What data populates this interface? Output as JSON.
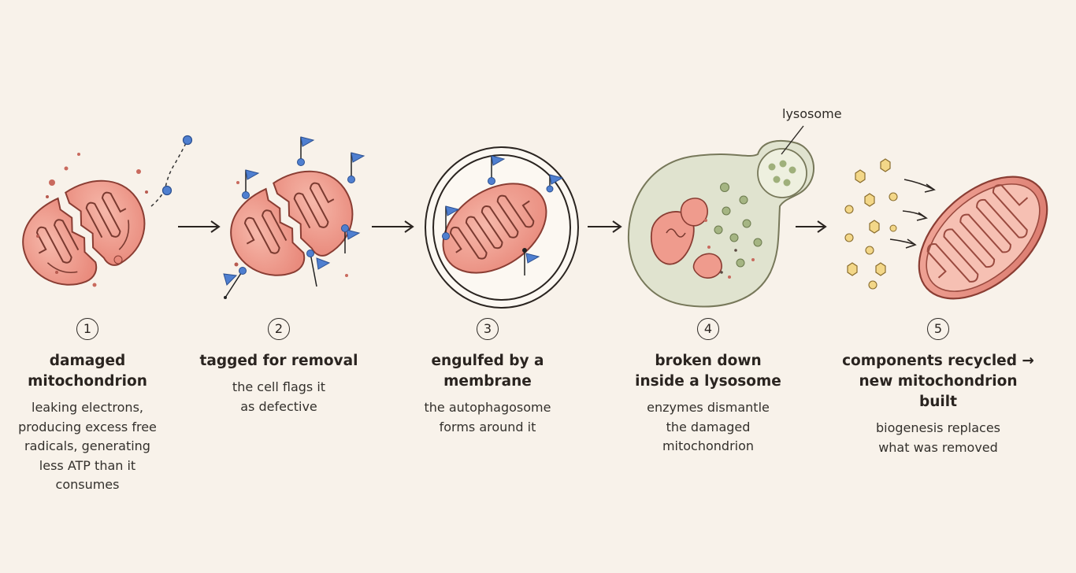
{
  "lysosome_label": "lysosome",
  "colors": {
    "background": "#f8f2ea",
    "mitochondrion_fill": "#f1a597",
    "mitochondrion_outline": "#8a3d33",
    "tag_blue": "#4f7fd0",
    "lysosome_fill": "#e0e3cf",
    "nutrient_yellow": "#f3d788"
  },
  "steps": [
    {
      "number": "1",
      "title_lines": [
        "damaged",
        "mitochondrion"
      ],
      "desc_lines": [
        "leaking electrons,",
        "producing excess free",
        "radicals, generating",
        "less ATP than it",
        "consumes"
      ]
    },
    {
      "number": "2",
      "title_lines": [
        "tagged for removal"
      ],
      "desc_lines": [
        "the cell flags it",
        "as defective"
      ]
    },
    {
      "number": "3",
      "title_lines": [
        "engulfed by a membrane"
      ],
      "desc_lines": [
        "the autophagosome",
        "forms around it"
      ]
    },
    {
      "number": "4",
      "title_lines": [
        "broken down",
        "inside a lysosome"
      ],
      "desc_lines": [
        "enzymes dismantle",
        "the damaged",
        "mitochondrion"
      ]
    },
    {
      "number": "5",
      "title_lines": [
        "components recycled →",
        "new mitochondrion built"
      ],
      "desc_lines": [
        "biogenesis replaces",
        "what was removed"
      ]
    }
  ]
}
